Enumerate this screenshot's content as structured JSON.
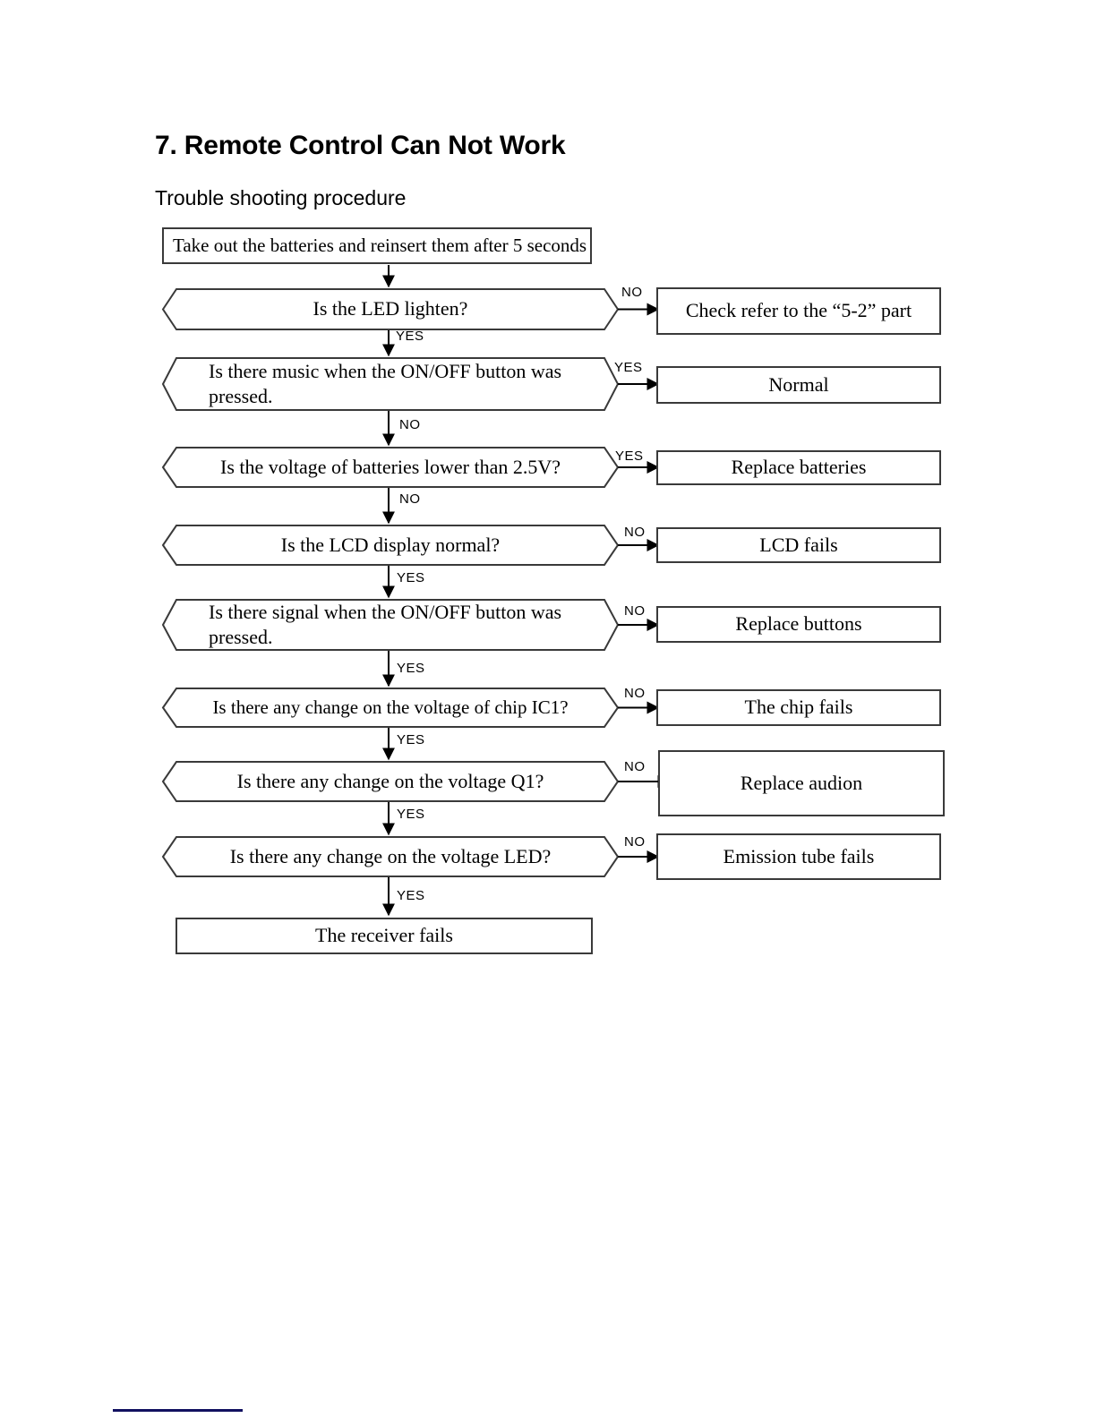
{
  "document": {
    "title": "7. Remote Control Can Not Work",
    "subtitle": "Trouble shooting procedure",
    "footer_rule_color": "#111060"
  },
  "chart_data": {
    "type": "diagram",
    "subtype": "flowchart",
    "title": "Remote Control Can Not Work — Trouble shooting procedure",
    "orientation": "top-to-bottom with right branches",
    "nodes": [
      {
        "id": "start",
        "shape": "rectangle",
        "text": "Take out the batteries and reinsert them after 5 seconds"
      },
      {
        "id": "d1",
        "shape": "hexagon",
        "text": "Is the LED lighten?"
      },
      {
        "id": "r1",
        "shape": "rectangle",
        "text": "Check refer to the “5-2” part"
      },
      {
        "id": "d2",
        "shape": "hexagon",
        "text_line1": "Is there music when the ON/OFF button was",
        "text_line2": "pressed."
      },
      {
        "id": "r2",
        "shape": "rectangle",
        "text": "Normal"
      },
      {
        "id": "d3",
        "shape": "hexagon",
        "text": "Is the voltage of batteries lower than 2.5V?"
      },
      {
        "id": "r3",
        "shape": "rectangle",
        "text": "Replace batteries"
      },
      {
        "id": "d4",
        "shape": "hexagon",
        "text": "Is the LCD display normal?"
      },
      {
        "id": "r4",
        "shape": "rectangle",
        "text": "LCD fails"
      },
      {
        "id": "d5",
        "shape": "hexagon",
        "text_line1": "Is there signal when the ON/OFF button was",
        "text_line2": "pressed."
      },
      {
        "id": "r5",
        "shape": "rectangle",
        "text": "Replace buttons"
      },
      {
        "id": "d6",
        "shape": "hexagon",
        "text": "Is there any change on the voltage of chip IC1?"
      },
      {
        "id": "r6",
        "shape": "rectangle",
        "text": "The chip fails"
      },
      {
        "id": "d7",
        "shape": "hexagon",
        "text": "Is there any change on the voltage Q1?"
      },
      {
        "id": "r7",
        "shape": "rectangle",
        "text": "Replace audion"
      },
      {
        "id": "d8",
        "shape": "hexagon",
        "text": "Is there any change on the voltage LED?"
      },
      {
        "id": "r8",
        "shape": "rectangle",
        "text": "Emission tube fails"
      },
      {
        "id": "end",
        "shape": "rectangle",
        "text": "The receiver fails"
      }
    ],
    "edges": [
      {
        "from": "start",
        "to": "d1",
        "label": "",
        "direction": "down"
      },
      {
        "from": "d1",
        "to": "r1",
        "label": "NO",
        "direction": "right"
      },
      {
        "from": "d1",
        "to": "d2",
        "label": "YES",
        "direction": "down"
      },
      {
        "from": "d2",
        "to": "r2",
        "label": "YES",
        "direction": "right"
      },
      {
        "from": "d2",
        "to": "d3",
        "label": "NO",
        "direction": "down"
      },
      {
        "from": "d3",
        "to": "r3",
        "label": "YES",
        "direction": "right"
      },
      {
        "from": "d3",
        "to": "d4",
        "label": "NO",
        "direction": "down"
      },
      {
        "from": "d4",
        "to": "r4",
        "label": "NO",
        "direction": "right"
      },
      {
        "from": "d4",
        "to": "d5",
        "label": "YES",
        "direction": "down"
      },
      {
        "from": "d5",
        "to": "r5",
        "label": "NO",
        "direction": "right"
      },
      {
        "from": "d5",
        "to": "d6",
        "label": "YES",
        "direction": "down"
      },
      {
        "from": "d6",
        "to": "r6",
        "label": "NO",
        "direction": "right"
      },
      {
        "from": "d6",
        "to": "d7",
        "label": "YES",
        "direction": "down"
      },
      {
        "from": "d7",
        "to": "r7",
        "label": "NO",
        "direction": "right"
      },
      {
        "from": "d7",
        "to": "d8",
        "label": "YES",
        "direction": "down"
      },
      {
        "from": "d8",
        "to": "r8",
        "label": "NO",
        "direction": "right"
      },
      {
        "from": "d8",
        "to": "end",
        "label": "YES",
        "direction": "down"
      }
    ]
  },
  "branch_labels": {
    "b1_no": "NO",
    "b1_yes": "YES",
    "b2_yes": "YES",
    "b2_no": "NO",
    "b3_yes": "YES",
    "b3_no": "NO",
    "b4_no": "NO",
    "b4_yes": "YES",
    "b5_no": "NO",
    "b5_yes": "YES",
    "b6_no": "NO",
    "b6_yes": "YES",
    "b7_no": "NO",
    "b7_yes": "YES",
    "b8_no": "NO",
    "b8_yes": "YES"
  }
}
